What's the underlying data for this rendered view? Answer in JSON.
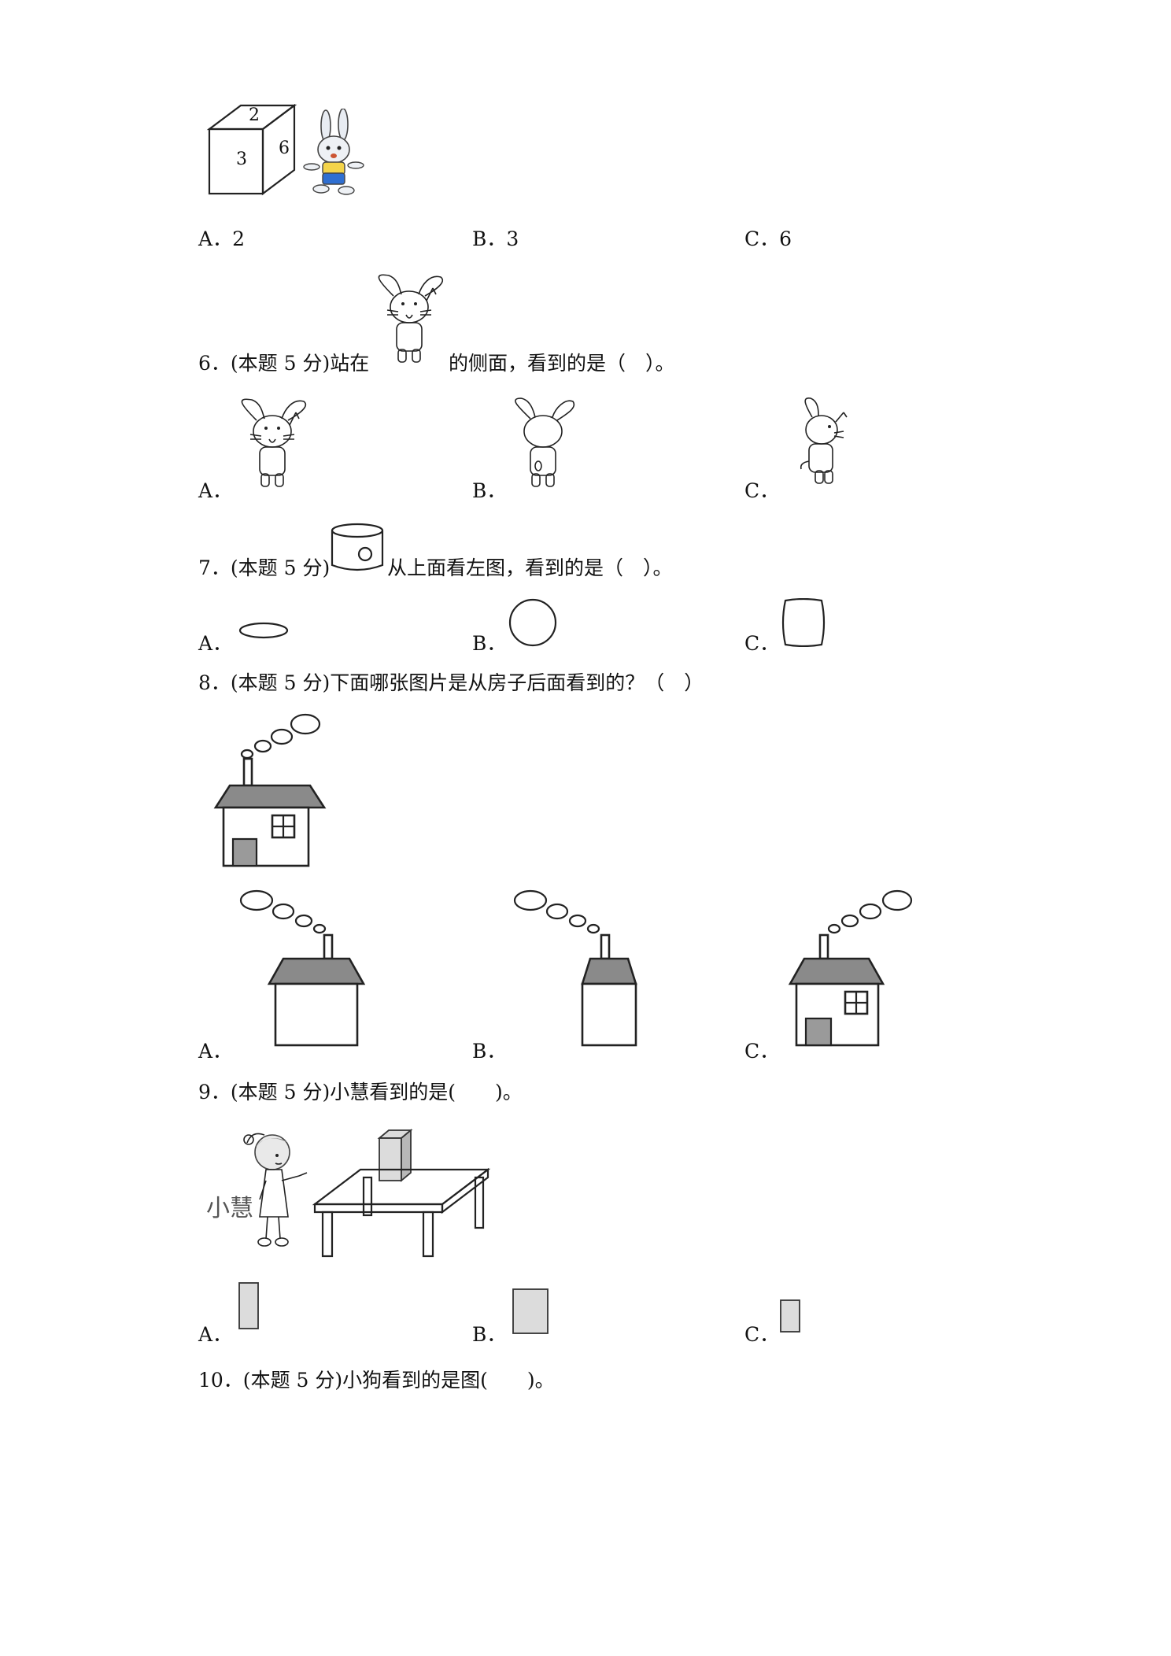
{
  "q5": {
    "cube": {
      "top": "2",
      "front": "3",
      "side": "6"
    },
    "options": [
      {
        "letter": "A．",
        "value": "2"
      },
      {
        "letter": "B．",
        "value": "3"
      },
      {
        "letter": "C．",
        "value": "6"
      }
    ]
  },
  "q6": {
    "text_before": "6．(本题 5 分)站在",
    "text_after": "的侧面，看到的是（　）。",
    "options": [
      "A．",
      "B．",
      "C．"
    ]
  },
  "q7": {
    "text_before": "7．(本题 5 分)",
    "text_after": "从上面看左图，看到的是（　）。",
    "options": [
      "A．",
      "B．",
      "C．"
    ]
  },
  "q8": {
    "text": "8．(本题 5 分)下面哪张图片是从房子后面看到的？（　）",
    "options": [
      "A．",
      "B．",
      "C．"
    ]
  },
  "q9": {
    "text": "9．(本题 5 分)小慧看到的是(　　)。",
    "girl_label": "小慧",
    "options": [
      "A．",
      "B．",
      "C．"
    ]
  },
  "q10": {
    "text": "10．(本题 5 分)小狗看到的是图(　　)。"
  }
}
